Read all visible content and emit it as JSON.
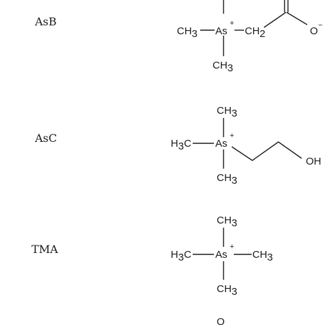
{
  "compounds": [
    {
      "name": "AsB",
      "atoms": {
        "left": "CH",
        "left_sub": "3",
        "center": "As",
        "charge": "+",
        "right": "CH",
        "right_sub": "2",
        "bottom": "CH",
        "bottom_sub": "3",
        "carboxylate_O": "O",
        "carboxylate_charge": "−"
      }
    },
    {
      "name": "AsC",
      "atoms": {
        "top": "CH",
        "top_sub": "3",
        "left_pre": "H",
        "left_sub": "3",
        "left_post": "C",
        "center": "As",
        "charge": "+",
        "bottom": "CH",
        "bottom_sub": "3",
        "hydroxyl": "OH"
      }
    },
    {
      "name": "TMA",
      "atoms": {
        "top": "CH",
        "top_sub": "3",
        "left_pre": "H",
        "left_sub": "3",
        "left_post": "C",
        "center": "As",
        "charge": "+",
        "right": "CH",
        "right_sub": "3",
        "bottom": "CH",
        "bottom_sub": "3"
      }
    },
    {
      "name": "",
      "atoms": {
        "partial_top": "O"
      }
    }
  ]
}
